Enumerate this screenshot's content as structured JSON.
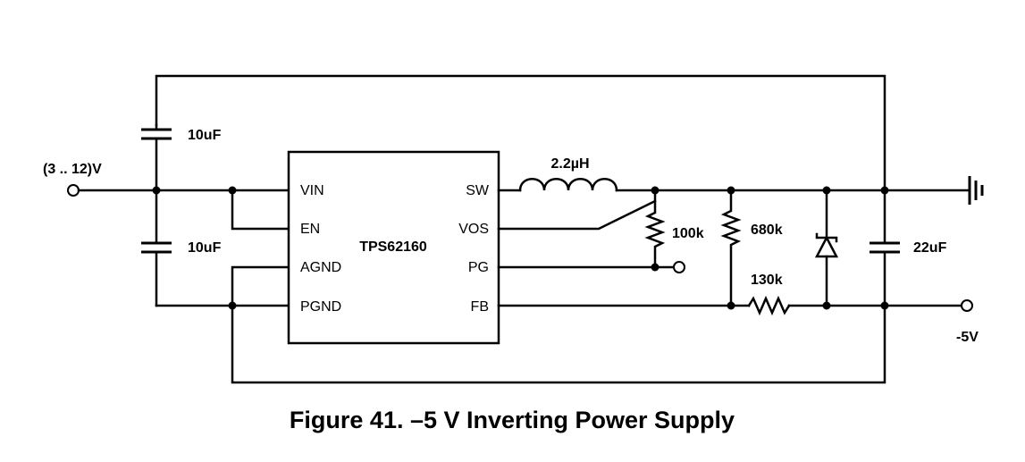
{
  "caption": "Figure 41.  –5 V Inverting Power Supply",
  "ic": {
    "name": "TPS62160",
    "pins_left": [
      "VIN",
      "EN",
      "AGND",
      "PGND"
    ],
    "pins_right": [
      "SW",
      "VOS",
      "PG",
      "FB"
    ]
  },
  "components": {
    "c_in_top": "10uF",
    "c_in_bottom": "10uF",
    "inductor": "2.2µH",
    "r_pg": "100k",
    "r_fb_top": "680k",
    "r_fb_bottom": "130k",
    "c_out": "22uF"
  },
  "terminals": {
    "input": "(3 .. 12)V",
    "output": "-5V"
  }
}
